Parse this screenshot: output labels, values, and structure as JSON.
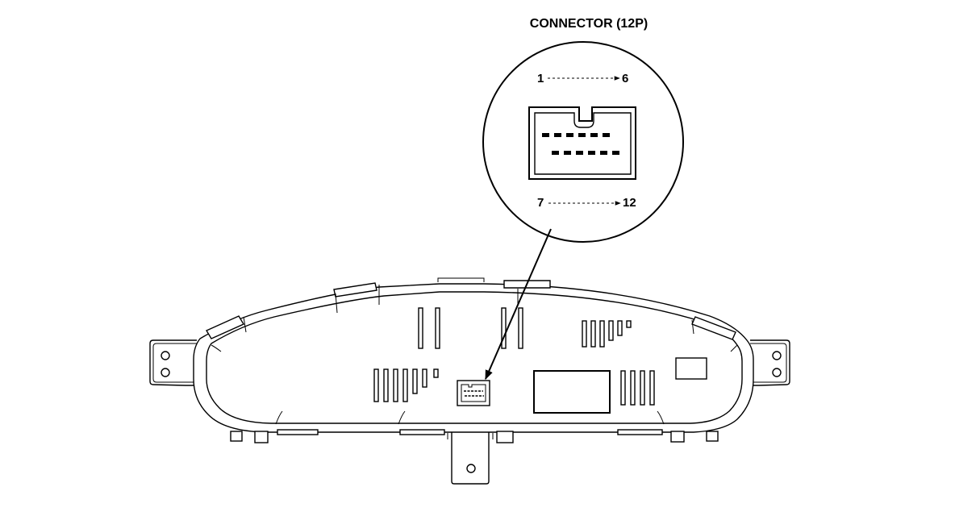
{
  "diagram": {
    "title": "CONNECTOR (12P)",
    "pin_range_top": {
      "start": "1",
      "end": "6"
    },
    "pin_range_bottom": {
      "start": "7",
      "end": "12"
    }
  }
}
